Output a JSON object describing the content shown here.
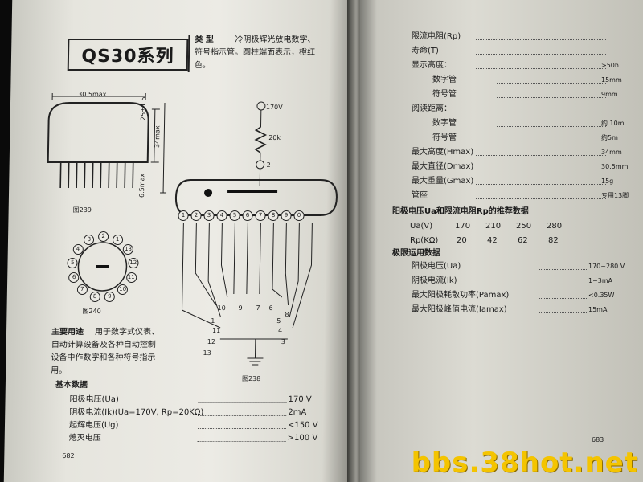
{
  "left": {
    "title": "QS30系列",
    "type_label": "类  型",
    "type_text_1": "冷阴极辉光放电数字、",
    "type_text_2": "符号指示管。圆柱端面表示，橙红",
    "type_text_3": "色。",
    "dim_width": "30.5max",
    "dim_height": "34max",
    "dim_body": "25±1.5",
    "dim_pin": "6.5max",
    "fig_239": "图239",
    "fig_240": "图240",
    "fig_238": "图238",
    "voltage": "170V",
    "resistor": "20k",
    "anode_pin": "2",
    "tube_pins": [
      "1",
      "2",
      "3",
      "4",
      "5",
      "6",
      "7",
      "8",
      "9",
      "0"
    ],
    "base_pins": [
      "2",
      "1",
      "13",
      "12",
      "11",
      "10",
      "9",
      "8",
      "7",
      "6",
      "5",
      "4",
      "3"
    ],
    "low_pins": [
      "10",
      "9",
      "7",
      "6",
      "1",
      "11",
      "12",
      "13",
      "5",
      "4",
      "3",
      "8"
    ],
    "use_label": "主要用途",
    "use_text_1": "用于数字式仪表、",
    "use_text_2": "自动计算设备及各种自动控制",
    "use_text_3": "设备中作数字和各种符号指示",
    "use_text_4": "用。",
    "basic_data": "基本数据",
    "rows": [
      {
        "label": "阳极电压(Ua)",
        "value": "170 V"
      },
      {
        "label": "阴极电流(Ik)(Ua=170V, Rp=20KΩ)",
        "value": "2mA"
      },
      {
        "label": "起辉电压(Ug)",
        "value": "<150 V"
      },
      {
        "label": "熄灭电压",
        "value": ">100 V"
      }
    ],
    "page_number": "682"
  },
  "right": {
    "rows_top": [
      {
        "label": "限流电阻(Rp)",
        "value": ""
      },
      {
        "label": "寿命(T)",
        "value": ""
      },
      {
        "label": "显示高度：",
        "value": ">50h"
      },
      {
        "label": "数字管",
        "value": "15mm"
      },
      {
        "label": "符号管",
        "value": "9mm"
      },
      {
        "label": "阅读距离：",
        "value": ""
      },
      {
        "label": "数字管",
        "value": "约 10m"
      },
      {
        "label": "符号管",
        "value": "约5m"
      },
      {
        "label": "最大高度(Hmax)",
        "value": "34mm"
      },
      {
        "label": "最大直径(Dmax)",
        "value": "30.5mm"
      },
      {
        "label": "最大重量(Gmax)",
        "value": "15g"
      },
      {
        "label": "管座",
        "value": "专用13脚"
      }
    ],
    "rec_title": "阳极电压Ua和限流电阻Rp的推荐数据",
    "ua_label": "Ua(V)",
    "ua_values": [
      "170",
      "210",
      "250",
      "280"
    ],
    "rp_label": "Rp(KΩ)",
    "rp_values": [
      "20",
      "42",
      "62",
      "82"
    ],
    "limit_title": "极限运用数据",
    "limit_rows": [
      {
        "label": "阳极电压(Ua)",
        "value": "170~280 V"
      },
      {
        "label": "阴极电流(Ik)",
        "value": "1~3mA"
      },
      {
        "label": "最大阳极耗散功率(Pamax)",
        "value": "<0.35W"
      },
      {
        "label": "最大阳极峰值电流(Iamax)",
        "value": "15mA"
      }
    ],
    "page_number": "683"
  },
  "watermark": "bbs.38hot.net"
}
